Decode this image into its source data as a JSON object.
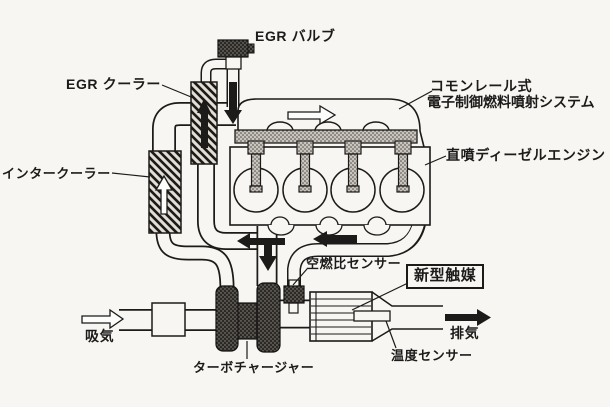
{
  "diagram": {
    "paper_color": "#f7f6f3",
    "ink_color": "#1d1b19",
    "labels": {
      "egr_valve": "EGR バルブ",
      "egr_cooler": "EGR クーラー",
      "intercooler": "インタークーラー",
      "common_rail_line1": "コモンレール式",
      "common_rail_line2": "電子制御燃料噴射システム",
      "engine": "直噴ディーゼルエンジン",
      "afr_sensor": "空燃比センサー",
      "catalyst": "新型触媒",
      "intake": "吸気",
      "exhaust": "排気",
      "temp_sensor": "温度センサー",
      "turbocharger": "ターボチャージャー"
    }
  }
}
